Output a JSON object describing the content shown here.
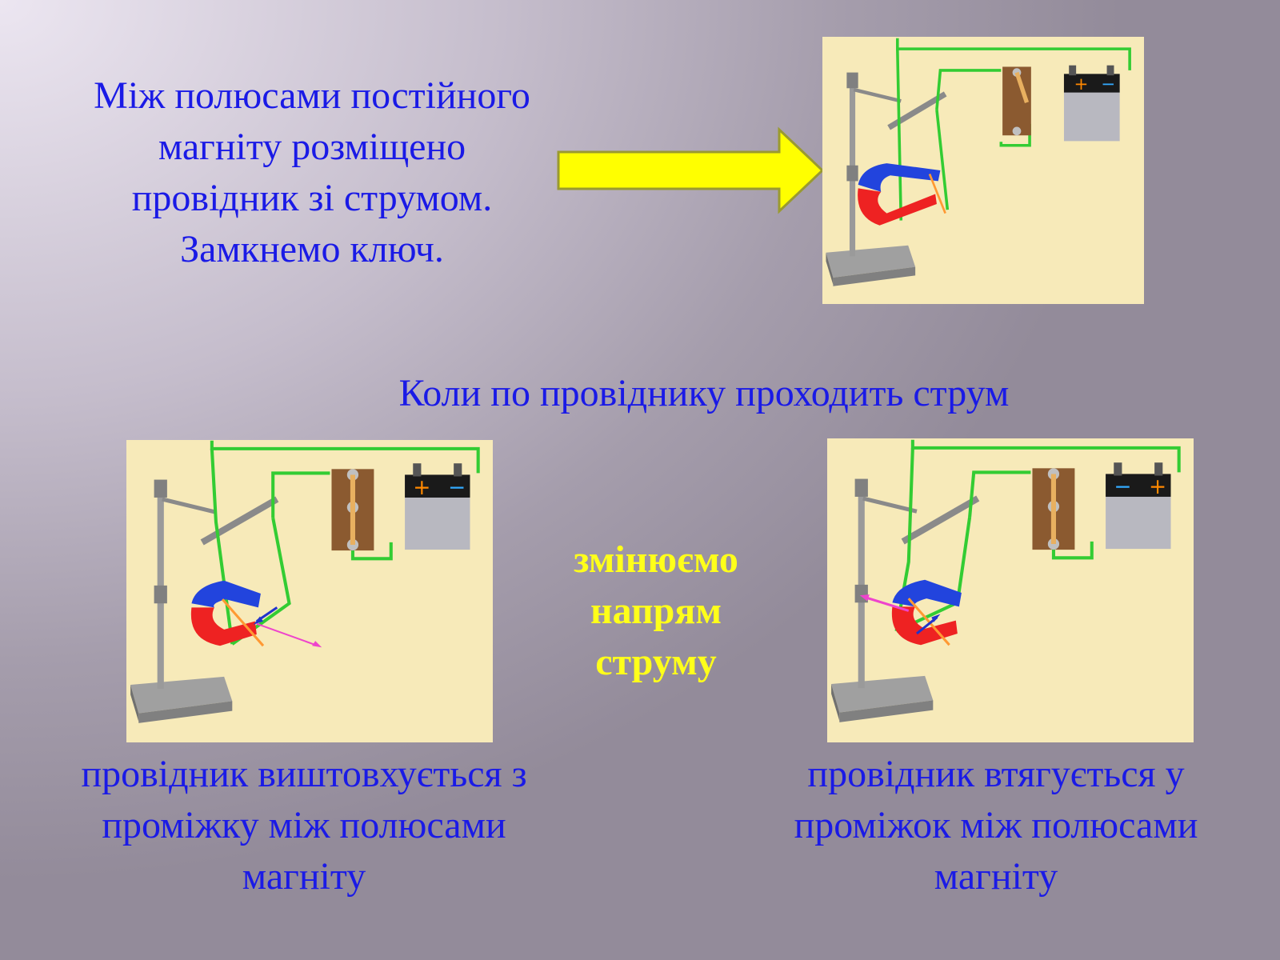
{
  "intro": {
    "line1": "Між полюсами постійного",
    "line2": "магніту розміщено",
    "line3": "провідник зі струмом.",
    "line4": "Замкнемо ключ."
  },
  "middle_heading": "Коли по провіднику проходить струм",
  "change_direction": {
    "line1": "змінюємо",
    "line2": "напрям",
    "line3": "струму"
  },
  "caption_left": {
    "line1": "провідник виштовхується з",
    "line2": "проміжку між полюсами",
    "line3": "магніту"
  },
  "caption_right": {
    "line1": "провідник втягується у",
    "line2": "проміжок між полюсами",
    "line3": "магніту"
  },
  "battery_top": {
    "left": "+",
    "right": "−"
  },
  "battery_left": {
    "left": "+",
    "right": "−"
  },
  "battery_right": {
    "left": "−",
    "right": "+"
  },
  "colors": {
    "text_blue": "#1a1ae6",
    "text_yellow": "#ffff1a",
    "panel_bg": "#f7eab9",
    "wire_green": "#33cc33",
    "magnet_blue": "#2244dd",
    "magnet_red": "#ee2222",
    "force_arrow": "#ee44cc",
    "current_arrow": "#2233cc",
    "arrow_fill": "#ffff00"
  }
}
